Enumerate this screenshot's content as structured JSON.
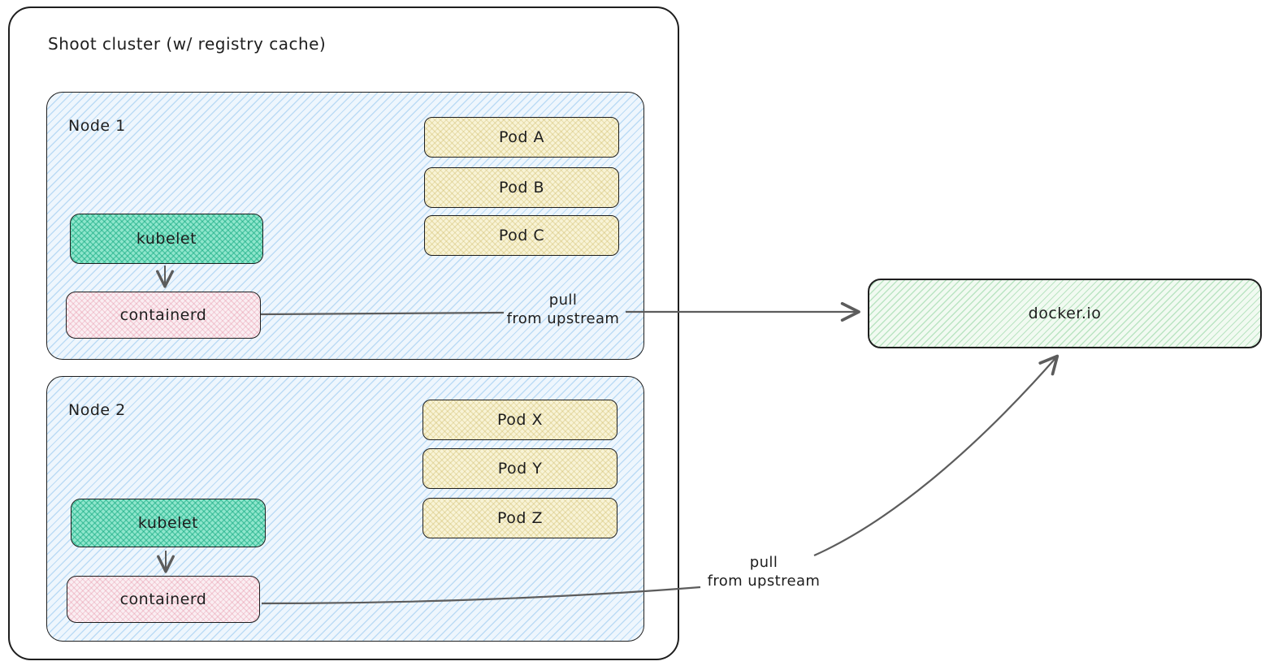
{
  "cluster": {
    "title": "Shoot cluster (w/ registry cache)"
  },
  "nodes": [
    {
      "label": "Node 1",
      "kubelet_label": "kubelet",
      "containerd_label": "containerd",
      "pods": [
        "Pod A",
        "Pod B",
        "Pod C"
      ]
    },
    {
      "label": "Node 2",
      "kubelet_label": "kubelet",
      "containerd_label": "containerd",
      "pods": [
        "Pod X",
        "Pod Y",
        "Pod Z"
      ]
    }
  ],
  "registry": {
    "label": "docker.io"
  },
  "edges": {
    "node1_to_registry": {
      "line1": "pull",
      "line2": "from upstream"
    },
    "node2_to_registry": {
      "line1": "pull",
      "line2": "from upstream"
    }
  },
  "colors": {
    "stroke": "#1e1e1e",
    "arrow": "#5c5c5c",
    "node_fill": "#ddecf8",
    "kubelet_fill": "#63d7b9",
    "containerd_fill": "#f6dde3",
    "pod_fill": "#f1ecca",
    "registry_fill": "#e3f4e4",
    "canvas": "#ffffff"
  }
}
